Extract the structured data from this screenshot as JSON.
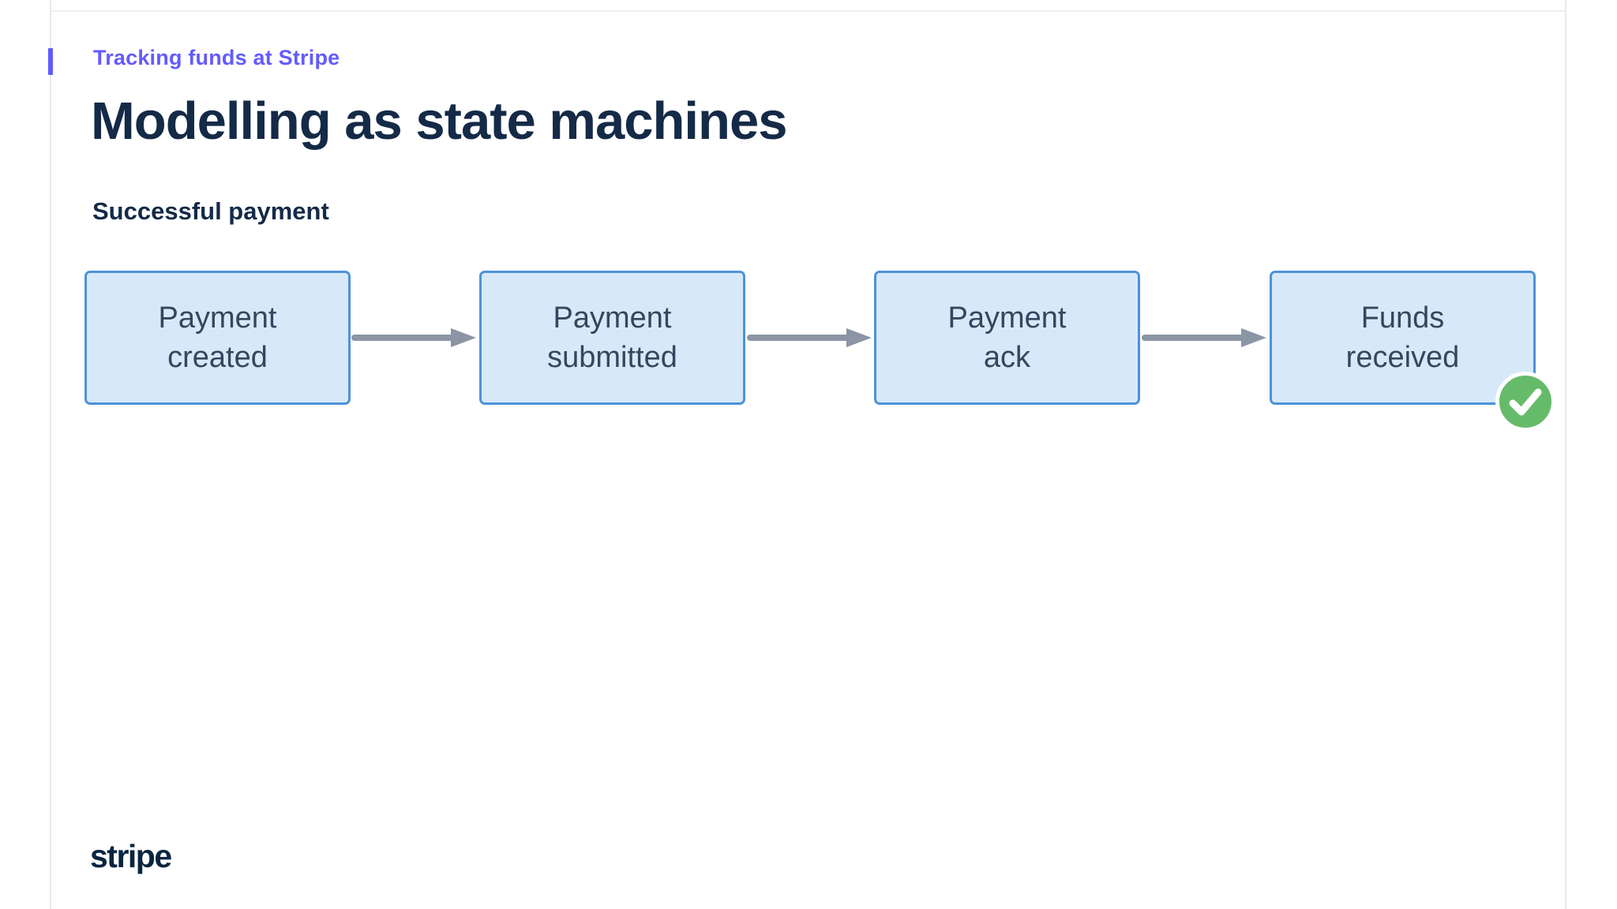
{
  "theme": {
    "accent_purple": "#635BFF",
    "navy": "#0A2540",
    "box_fill": "#D7E9F9",
    "box_border": "#4D92D9",
    "box_text": "#33475F",
    "arrow_gray": "#8B95A5",
    "success_green": "#66BB6A",
    "hairline": "#EAEAEA"
  },
  "header": {
    "kicker": "Tracking funds at Stripe",
    "title": "Modelling as state machines",
    "subtitle": "Successful payment"
  },
  "diagram": {
    "type": "state-machine-flow",
    "states": [
      {
        "line1": "Payment",
        "line2": "created"
      },
      {
        "line1": "Payment",
        "line2": "submitted"
      },
      {
        "line1": "Payment",
        "line2": "ack"
      },
      {
        "line1": "Funds",
        "line2": "received",
        "status": "success-check"
      }
    ],
    "transitions": [
      {
        "from": "Payment created",
        "to": "Payment submitted"
      },
      {
        "from": "Payment submitted",
        "to": "Payment ack"
      },
      {
        "from": "Payment ack",
        "to": "Funds received"
      }
    ]
  },
  "footer": {
    "logo_text": "stripe"
  }
}
